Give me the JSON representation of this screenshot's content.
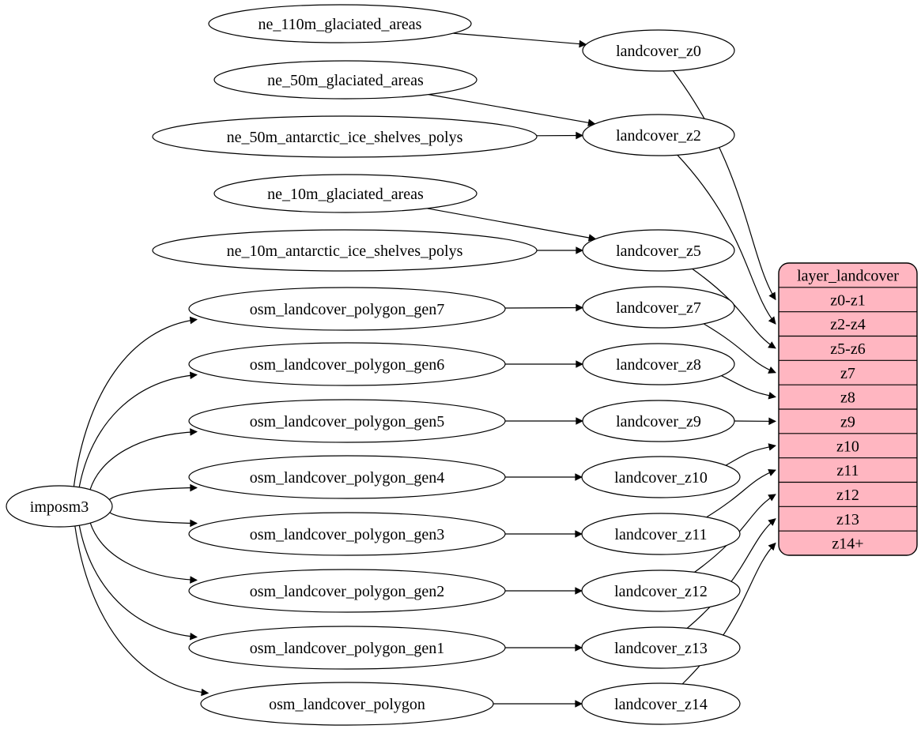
{
  "diagram": {
    "background_color": "#ffffff",
    "edge_color": "#000000",
    "ellipse_fill": "#ffffff",
    "ellipse_stroke": "#000000",
    "text_color": "#000000",
    "record_fill": "#ffb6c1",
    "record_stroke": "#000000"
  },
  "nodes": [
    {
      "id": "imposm3",
      "label": "imposm3"
    },
    {
      "id": "ne_110m_glaciated_areas",
      "label": "ne_110m_glaciated_areas"
    },
    {
      "id": "ne_50m_glaciated_areas",
      "label": "ne_50m_glaciated_areas"
    },
    {
      "id": "ne_50m_antarctic_ice_shelves_polys",
      "label": "ne_50m_antarctic_ice_shelves_polys"
    },
    {
      "id": "ne_10m_glaciated_areas",
      "label": "ne_10m_glaciated_areas"
    },
    {
      "id": "ne_10m_antarctic_ice_shelves_polys",
      "label": "ne_10m_antarctic_ice_shelves_polys"
    },
    {
      "id": "osm_landcover_polygon_gen7",
      "label": "osm_landcover_polygon_gen7"
    },
    {
      "id": "osm_landcover_polygon_gen6",
      "label": "osm_landcover_polygon_gen6"
    },
    {
      "id": "osm_landcover_polygon_gen5",
      "label": "osm_landcover_polygon_gen5"
    },
    {
      "id": "osm_landcover_polygon_gen4",
      "label": "osm_landcover_polygon_gen4"
    },
    {
      "id": "osm_landcover_polygon_gen3",
      "label": "osm_landcover_polygon_gen3"
    },
    {
      "id": "osm_landcover_polygon_gen2",
      "label": "osm_landcover_polygon_gen2"
    },
    {
      "id": "osm_landcover_polygon_gen1",
      "label": "osm_landcover_polygon_gen1"
    },
    {
      "id": "osm_landcover_polygon",
      "label": "osm_landcover_polygon"
    },
    {
      "id": "landcover_z0",
      "label": "landcover_z0"
    },
    {
      "id": "landcover_z2",
      "label": "landcover_z2"
    },
    {
      "id": "landcover_z5",
      "label": "landcover_z5"
    },
    {
      "id": "landcover_z7",
      "label": "landcover_z7"
    },
    {
      "id": "landcover_z8",
      "label": "landcover_z8"
    },
    {
      "id": "landcover_z9",
      "label": "landcover_z9"
    },
    {
      "id": "landcover_z10",
      "label": "landcover_z10"
    },
    {
      "id": "landcover_z11",
      "label": "landcover_z11"
    },
    {
      "id": "landcover_z12",
      "label": "landcover_z12"
    },
    {
      "id": "landcover_z13",
      "label": "landcover_z13"
    },
    {
      "id": "landcover_z14",
      "label": "landcover_z14"
    }
  ],
  "record": {
    "id": "layer_landcover",
    "title": "layer_landcover",
    "rows": [
      "z0-z1",
      "z2-z4",
      "z5-z6",
      "z7",
      "z8",
      "z9",
      "z10",
      "z11",
      "z12",
      "z13",
      "z14+"
    ]
  },
  "edges": [
    {
      "from": "ne_110m_glaciated_areas",
      "to": "landcover_z0"
    },
    {
      "from": "ne_50m_glaciated_areas",
      "to": "landcover_z2"
    },
    {
      "from": "ne_50m_antarctic_ice_shelves_polys",
      "to": "landcover_z2"
    },
    {
      "from": "ne_10m_glaciated_areas",
      "to": "landcover_z5"
    },
    {
      "from": "ne_10m_antarctic_ice_shelves_polys",
      "to": "landcover_z5"
    },
    {
      "from": "imposm3",
      "to": "osm_landcover_polygon_gen7"
    },
    {
      "from": "imposm3",
      "to": "osm_landcover_polygon_gen6"
    },
    {
      "from": "imposm3",
      "to": "osm_landcover_polygon_gen5"
    },
    {
      "from": "imposm3",
      "to": "osm_landcover_polygon_gen4"
    },
    {
      "from": "imposm3",
      "to": "osm_landcover_polygon_gen3"
    },
    {
      "from": "imposm3",
      "to": "osm_landcover_polygon_gen2"
    },
    {
      "from": "imposm3",
      "to": "osm_landcover_polygon_gen1"
    },
    {
      "from": "imposm3",
      "to": "osm_landcover_polygon"
    },
    {
      "from": "osm_landcover_polygon_gen7",
      "to": "landcover_z7"
    },
    {
      "from": "osm_landcover_polygon_gen6",
      "to": "landcover_z8"
    },
    {
      "from": "osm_landcover_polygon_gen5",
      "to": "landcover_z9"
    },
    {
      "from": "osm_landcover_polygon_gen4",
      "to": "landcover_z10"
    },
    {
      "from": "osm_landcover_polygon_gen3",
      "to": "landcover_z11"
    },
    {
      "from": "osm_landcover_polygon_gen2",
      "to": "landcover_z12"
    },
    {
      "from": "osm_landcover_polygon_gen1",
      "to": "landcover_z13"
    },
    {
      "from": "osm_landcover_polygon",
      "to": "landcover_z14"
    },
    {
      "from": "landcover_z0",
      "to": "layer_landcover",
      "to_row": "z0-z1"
    },
    {
      "from": "landcover_z2",
      "to": "layer_landcover",
      "to_row": "z2-z4"
    },
    {
      "from": "landcover_z5",
      "to": "layer_landcover",
      "to_row": "z5-z6"
    },
    {
      "from": "landcover_z7",
      "to": "layer_landcover",
      "to_row": "z7"
    },
    {
      "from": "landcover_z8",
      "to": "layer_landcover",
      "to_row": "z8"
    },
    {
      "from": "landcover_z9",
      "to": "layer_landcover",
      "to_row": "z9"
    },
    {
      "from": "landcover_z10",
      "to": "layer_landcover",
      "to_row": "z10"
    },
    {
      "from": "landcover_z11",
      "to": "layer_landcover",
      "to_row": "z11"
    },
    {
      "from": "landcover_z12",
      "to": "layer_landcover",
      "to_row": "z12"
    },
    {
      "from": "landcover_z13",
      "to": "layer_landcover",
      "to_row": "z13"
    },
    {
      "from": "landcover_z14",
      "to": "layer_landcover",
      "to_row": "z14+"
    }
  ]
}
